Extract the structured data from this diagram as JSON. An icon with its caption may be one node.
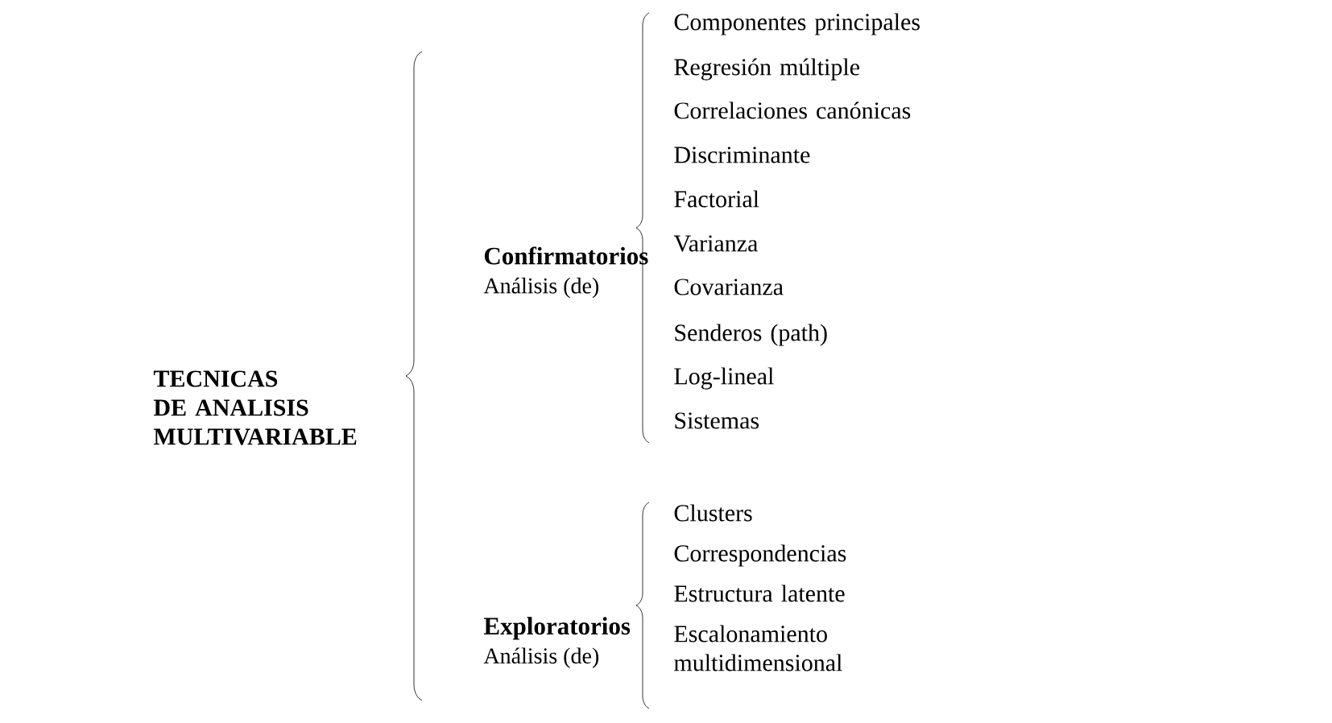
{
  "diagram": {
    "nodes": [
      {
        "text": [
          "TECNICAS DE ANALISIS MULTIVARIABLE"
        ]
      },
      {
        "text": [
          "Confirmatorios",
          "Análisis (de)"
        ]
      },
      {
        "text": [
          "Exploratorios",
          "Análisis (de)"
        ]
      },
      {
        "text": [
          "Componentes principales"
        ]
      },
      {
        "text": [
          "Regresión múltiple"
        ]
      },
      {
        "text": [
          "Correlaciones canónicas"
        ]
      },
      {
        "text": [
          "Discriminante"
        ]
      },
      {
        "text": [
          "Factorial"
        ]
      },
      {
        "text": [
          "Varianza"
        ]
      },
      {
        "text": [
          "Covarianza"
        ]
      },
      {
        "text": [
          "Senderos (path)"
        ]
      },
      {
        "text": [
          "Log-lineal"
        ]
      },
      {
        "text": [
          "Sistemas"
        ]
      },
      {
        "text": [
          "Clusters"
        ]
      },
      {
        "text": [
          "Correspondencias"
        ]
      },
      {
        "text": [
          "Estructura latente"
        ]
      },
      {
        "text": [
          "Escalonamiento multidimensional"
        ]
      }
    ]
  }
}
